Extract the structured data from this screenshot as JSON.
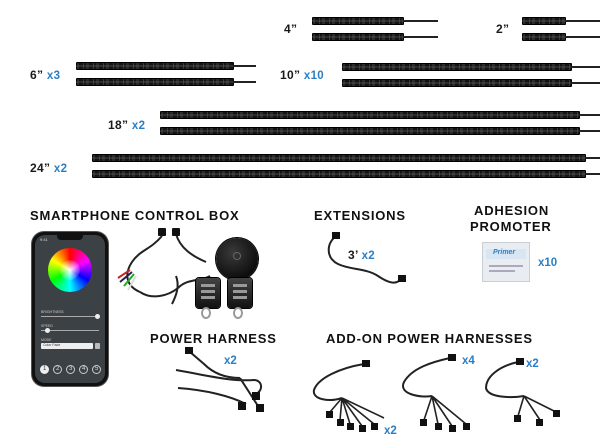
{
  "strips": {
    "s4": {
      "size": "4”",
      "qty": ""
    },
    "s2": {
      "size": "2”",
      "qty": ""
    },
    "s6": {
      "size": "6” ",
      "qty": "x3"
    },
    "s10": {
      "size": "10” ",
      "qty": "x10"
    },
    "s18": {
      "size": "18” ",
      "qty": "x2"
    },
    "s24": {
      "size": "24” ",
      "qty": "x2"
    }
  },
  "sections": {
    "control_box": "SMARTPHONE CONTROL BOX",
    "extensions": "EXTENSIONS",
    "extensions_qty_size": "3’ ",
    "extensions_qty": "x2",
    "adhesion_line1": "ADHESION",
    "adhesion_line2": "PROMOTER",
    "adhesion_qty": "x10",
    "adhesion_pack_text": "Primer",
    "power_harness": "POWER HARNESS",
    "power_harness_qty": "x2",
    "addon": "ADD-ON POWER HARNESSES",
    "addon_qty_a": "x2",
    "addon_qty_b": "x4",
    "addon_qty_c": "x2"
  },
  "phone": {
    "time": "9:41",
    "brightness": "BRIGHTNESS",
    "speed": "SPEED",
    "mode": "MODE",
    "mode_value": "Color Fade",
    "presets": [
      "1",
      "2",
      "3",
      "4",
      "5"
    ]
  },
  "colors": {
    "accent": "#2a7fc4",
    "strip": "#1c1c1c"
  }
}
